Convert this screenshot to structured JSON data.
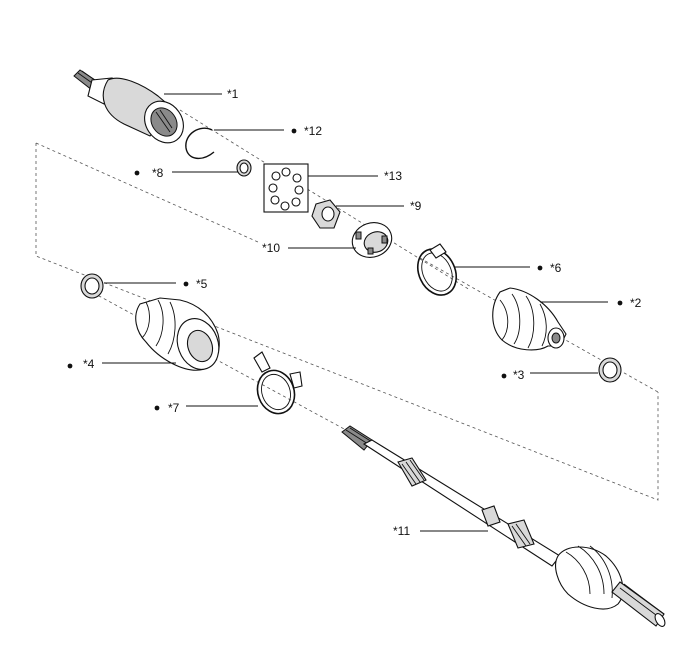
{
  "diagram": {
    "labels": [
      {
        "id": "1",
        "text": "*1",
        "dot": false
      },
      {
        "id": "2",
        "text": "*2",
        "dot": true
      },
      {
        "id": "3",
        "text": "*3",
        "dot": true
      },
      {
        "id": "4",
        "text": "*4",
        "dot": true
      },
      {
        "id": "5",
        "text": "*5",
        "dot": true
      },
      {
        "id": "6",
        "text": "*6",
        "dot": true
      },
      {
        "id": "7",
        "text": "*7",
        "dot": true
      },
      {
        "id": "8",
        "text": "*8",
        "dot": true
      },
      {
        "id": "9",
        "text": "*9",
        "dot": false
      },
      {
        "id": "10",
        "text": "*10",
        "dot": false
      },
      {
        "id": "11",
        "text": "*11",
        "dot": false
      },
      {
        "id": "12",
        "text": "*12",
        "dot": true
      },
      {
        "id": "13",
        "text": "*13",
        "dot": false
      }
    ]
  }
}
